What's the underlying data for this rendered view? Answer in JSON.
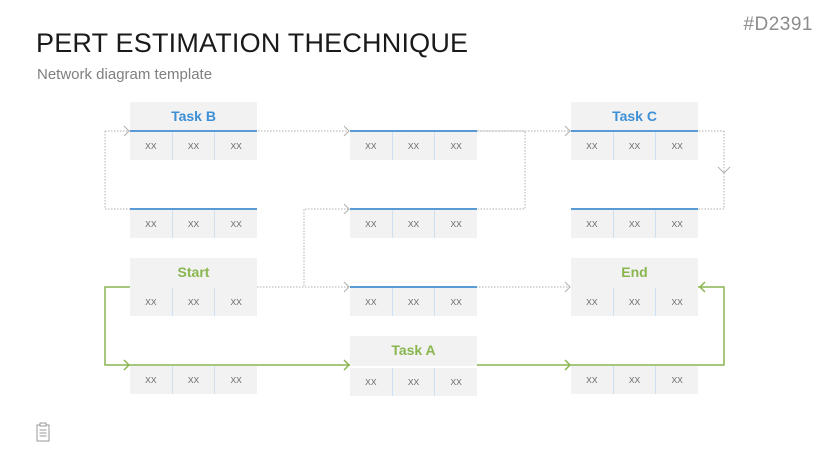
{
  "header": {
    "title": "PERT ESTIMATION THECHNIQUE",
    "subtitle": "Network diagram template",
    "code": "#D2391"
  },
  "colors": {
    "label_blue": "#3d8fd6",
    "bar_blue": "#5b9bd5",
    "label_green": "#8ab650",
    "critical_path_green": "#8ab650",
    "connector_gray": "#b0b0b0",
    "box_fill": "#f2f2f2"
  },
  "nodes": {
    "task_b": {
      "label": "Task B",
      "cells": [
        "XX",
        "XX",
        "XX"
      ]
    },
    "mid_top": {
      "cells": [
        "XX",
        "XX",
        "XX"
      ]
    },
    "task_c": {
      "label": "Task C",
      "cells": [
        "XX",
        "XX",
        "XX"
      ]
    },
    "left_mid": {
      "cells": [
        "XX",
        "XX",
        "XX"
      ]
    },
    "center_mid": {
      "cells": [
        "XX",
        "XX",
        "XX"
      ]
    },
    "right_mid": {
      "cells": [
        "XX",
        "XX",
        "XX"
      ]
    },
    "start": {
      "label": "Start",
      "cells": [
        "XX",
        "XX",
        "XX"
      ]
    },
    "center_low": {
      "cells": [
        "XX",
        "XX",
        "XX"
      ]
    },
    "end": {
      "label": "End",
      "cells": [
        "XX",
        "XX",
        "XX"
      ]
    },
    "left_bottom": {
      "cells": [
        "XX",
        "XX",
        "XX"
      ]
    },
    "task_a": {
      "label": "Task A",
      "cells": [
        "XX",
        "XX",
        "XX"
      ]
    },
    "right_bottom": {
      "cells": [
        "XX",
        "XX",
        "XX"
      ]
    }
  },
  "footer": {
    "icon": "clipboard-icon"
  }
}
